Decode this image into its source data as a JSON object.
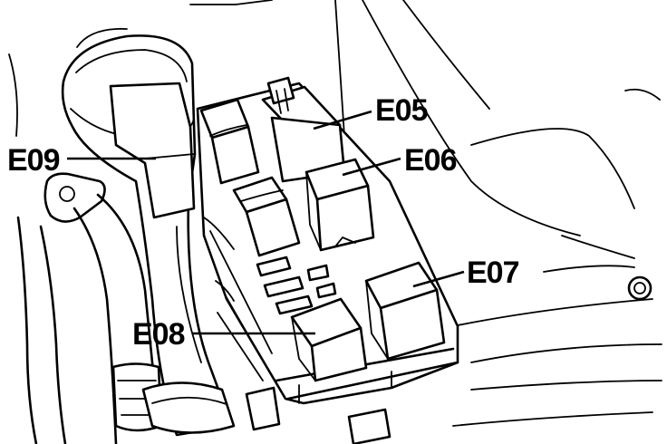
{
  "callouts": [
    {
      "id": "e05",
      "label": "E05"
    },
    {
      "id": "e06",
      "label": "E06"
    },
    {
      "id": "e07",
      "label": "E07"
    },
    {
      "id": "e08",
      "label": "E08"
    },
    {
      "id": "e09",
      "label": "E09"
    }
  ],
  "colors": {
    "line": "#000000",
    "background": "#ffffff"
  }
}
